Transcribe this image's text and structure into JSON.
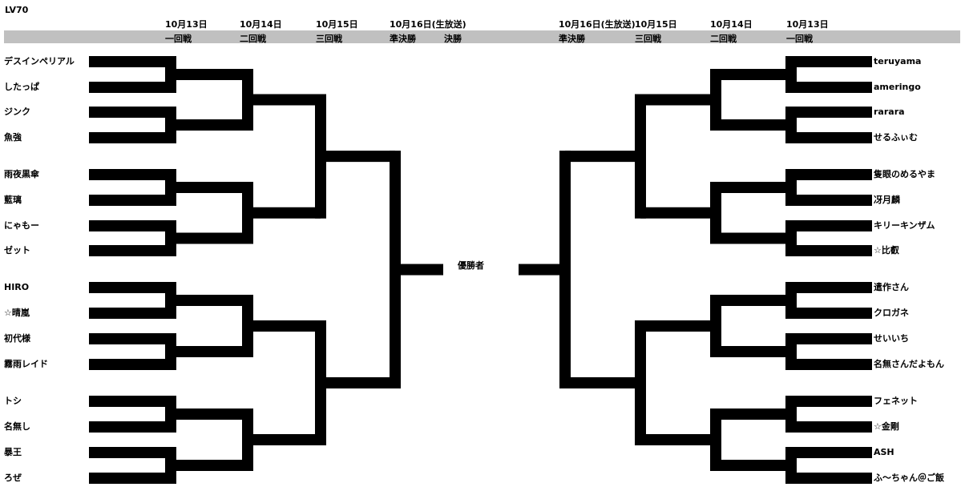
{
  "title": "LV70",
  "dates_left": [
    "10月13日",
    "10月14日",
    "10月15日",
    "10月16日(生放送)"
  ],
  "dates_right": [
    "10月16日(生放送)",
    "10月15日",
    "10月14日",
    "10月13日"
  ],
  "rounds_left": [
    "一回戦",
    "二回戦",
    "三回戦",
    "準決勝",
    "決勝"
  ],
  "rounds_right": [
    "準決勝",
    "三回戦",
    "二回戦",
    "一回戦"
  ],
  "winner_label": "優勝者",
  "left_players": [
    "デスインペリアル",
    "したっぱ",
    "ジンク",
    "魚強",
    "雨夜黒傘",
    "藍璃",
    "にゃもー",
    "ゼット",
    "HIRO",
    "☆晴嵐",
    "初代様",
    "霧雨レイド",
    "トシ",
    "名無し",
    "暴王",
    "ろぜ"
  ],
  "right_players": [
    "teruyama",
    "ameringo",
    "rarara",
    "せるふぃむ",
    "隻眼のめるやま",
    "冴月麟",
    "キリーキンザム",
    "☆比叡",
    "遣作さん",
    "クロガネ",
    "せいいち",
    "名無さんだよもん",
    "フェネット",
    "☆金剛",
    "ASH",
    "ふ～ちゃん＠ご飯"
  ]
}
